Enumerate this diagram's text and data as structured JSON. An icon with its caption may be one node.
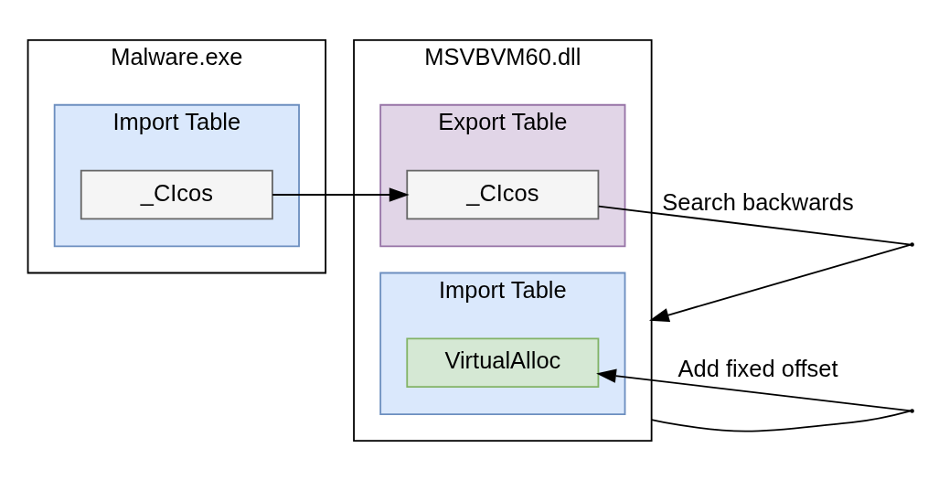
{
  "diagram": {
    "nodes": [
      {
        "text": [
          "Malware.exe"
        ]
      },
      {
        "text": [
          "Import Table"
        ],
        "in": 0
      },
      {
        "text": [
          "_CIcos"
        ],
        "in": 1
      },
      {
        "text": [
          "MSVBVM60.dll"
        ]
      },
      {
        "text": [
          "Import Table"
        ],
        "in": 3
      },
      {
        "text": [
          "VirtualAlloc"
        ],
        "in": 4
      },
      {
        "text": [
          "Export Table"
        ],
        "in": 3
      },
      {
        "text": [
          "_CIcos"
        ],
        "in": 6
      }
    ],
    "edges": [
      {
        "from": 2,
        "to": 7,
        "arrow": "to"
      },
      {
        "from": 7,
        "to": 3,
        "arrow": "to",
        "label": "Search backwards"
      },
      {
        "from": 3,
        "to": 5,
        "arrow": "to",
        "label": "Add fixed offset"
      }
    ]
  }
}
